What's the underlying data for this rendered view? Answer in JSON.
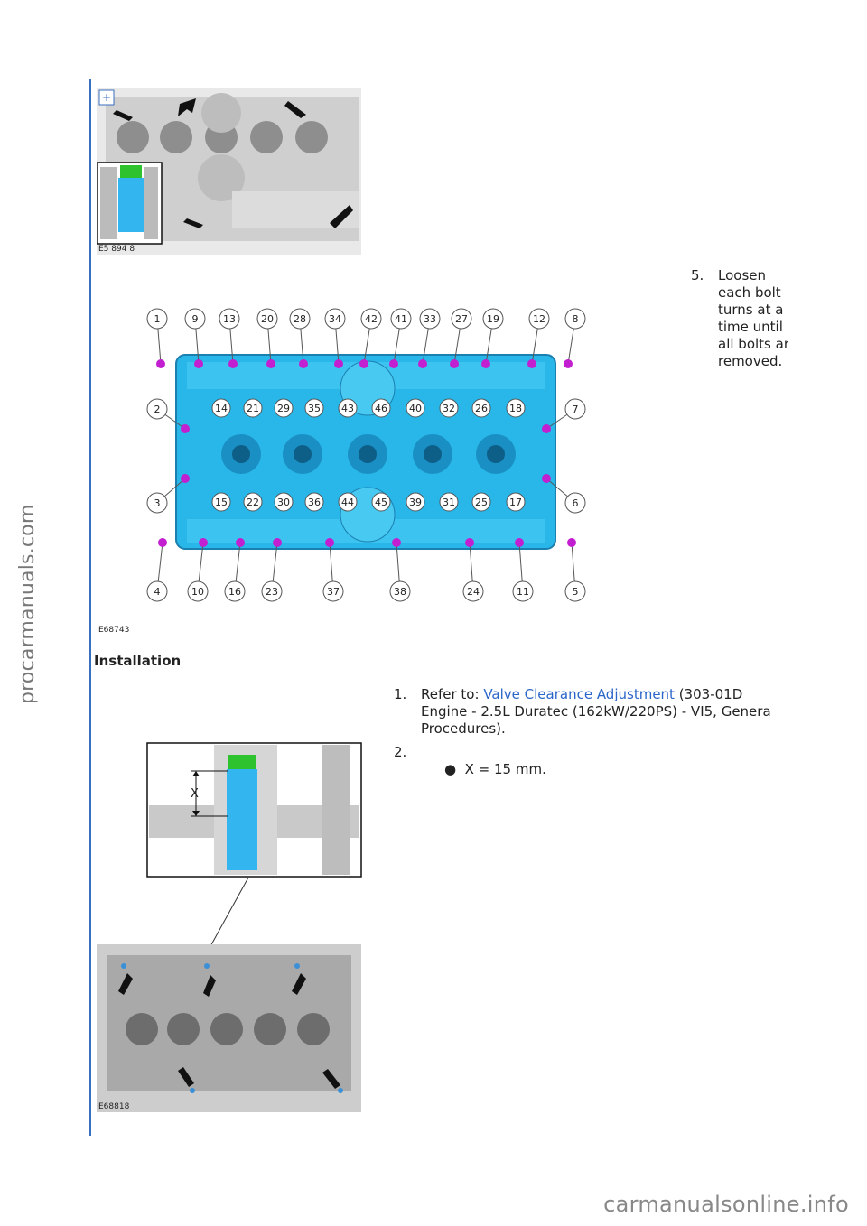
{
  "watermarks": {
    "side": "procarmanuals.com",
    "bottom": "carmanualsonline.info"
  },
  "figures": {
    "fig1_code": "E5 894 8",
    "fig2_code": "E68743",
    "fig3_code": "E68818",
    "fig3_dimension_label": "X",
    "bolt_top_row": [
      "1",
      "9",
      "13",
      "20",
      "28",
      "34",
      "42",
      "41",
      "33",
      "27",
      "19",
      "12",
      "8"
    ],
    "bolt_bottom_row": [
      "4",
      "10",
      "16",
      "23",
      "37",
      "38",
      "24",
      "11",
      "5"
    ],
    "bolt_left_col": [
      "2",
      "3"
    ],
    "bolt_right_col": [
      "7",
      "6"
    ],
    "bolt_inner_top": [
      "14",
      "21",
      "29",
      "35",
      "43",
      "46",
      "40",
      "32",
      "26",
      "18"
    ],
    "bolt_inner_bottom": [
      "15",
      "22",
      "30",
      "36",
      "44",
      "45",
      "39",
      "31",
      "25",
      "17"
    ]
  },
  "step5": {
    "number": "5.",
    "lines": [
      "Loosen",
      "each bolt",
      "turns at a",
      "time until",
      "all bolts ar",
      "removed."
    ]
  },
  "installation": {
    "heading": "Installation",
    "step1": {
      "number": "1.",
      "prefix": "Refer to: ",
      "link": "Valve Clearance Adjustment",
      "suffix_line1": " (303-01D",
      "line2": "Engine - 2.5L Duratec (162kW/220PS) - VI5, Genera",
      "line3": "Procedures)."
    },
    "step2": {
      "number": "2.",
      "bullet": "X = 15 mm."
    }
  },
  "colors": {
    "rule": "#3a6fbf",
    "link": "#2a66c9",
    "head_blue": "#29b6e8",
    "bolt_magenta": "#c21fd0"
  }
}
